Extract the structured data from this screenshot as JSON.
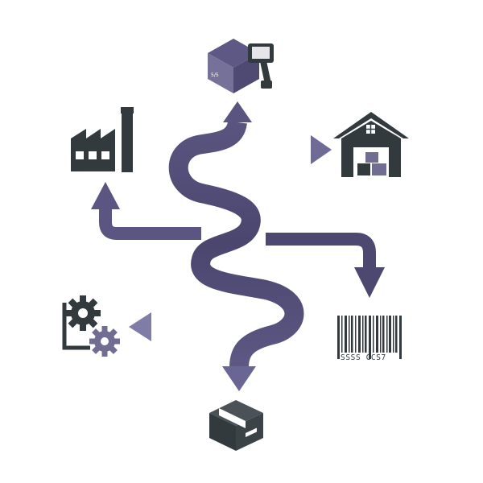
{
  "colors": {
    "flow_dark": "#4d4870",
    "flow_mid": "#5e5983",
    "flow_light": "#7a76a4",
    "icon_dark": "#323a3e",
    "icon_accent": "#716c91",
    "background": "#ffffff"
  },
  "nodes": [
    {
      "name": "factory",
      "icon": "factory-icon"
    },
    {
      "name": "package-scanner",
      "icon": "box-scanner-icon",
      "box_label": "5/5"
    },
    {
      "name": "warehouse",
      "icon": "warehouse-icon"
    },
    {
      "name": "barcode",
      "icon": "barcode-icon",
      "barcode_text": "SSSS CCS7"
    },
    {
      "name": "delivery-box",
      "icon": "package-icon"
    },
    {
      "name": "process-settings",
      "icon": "gears-icon"
    }
  ]
}
